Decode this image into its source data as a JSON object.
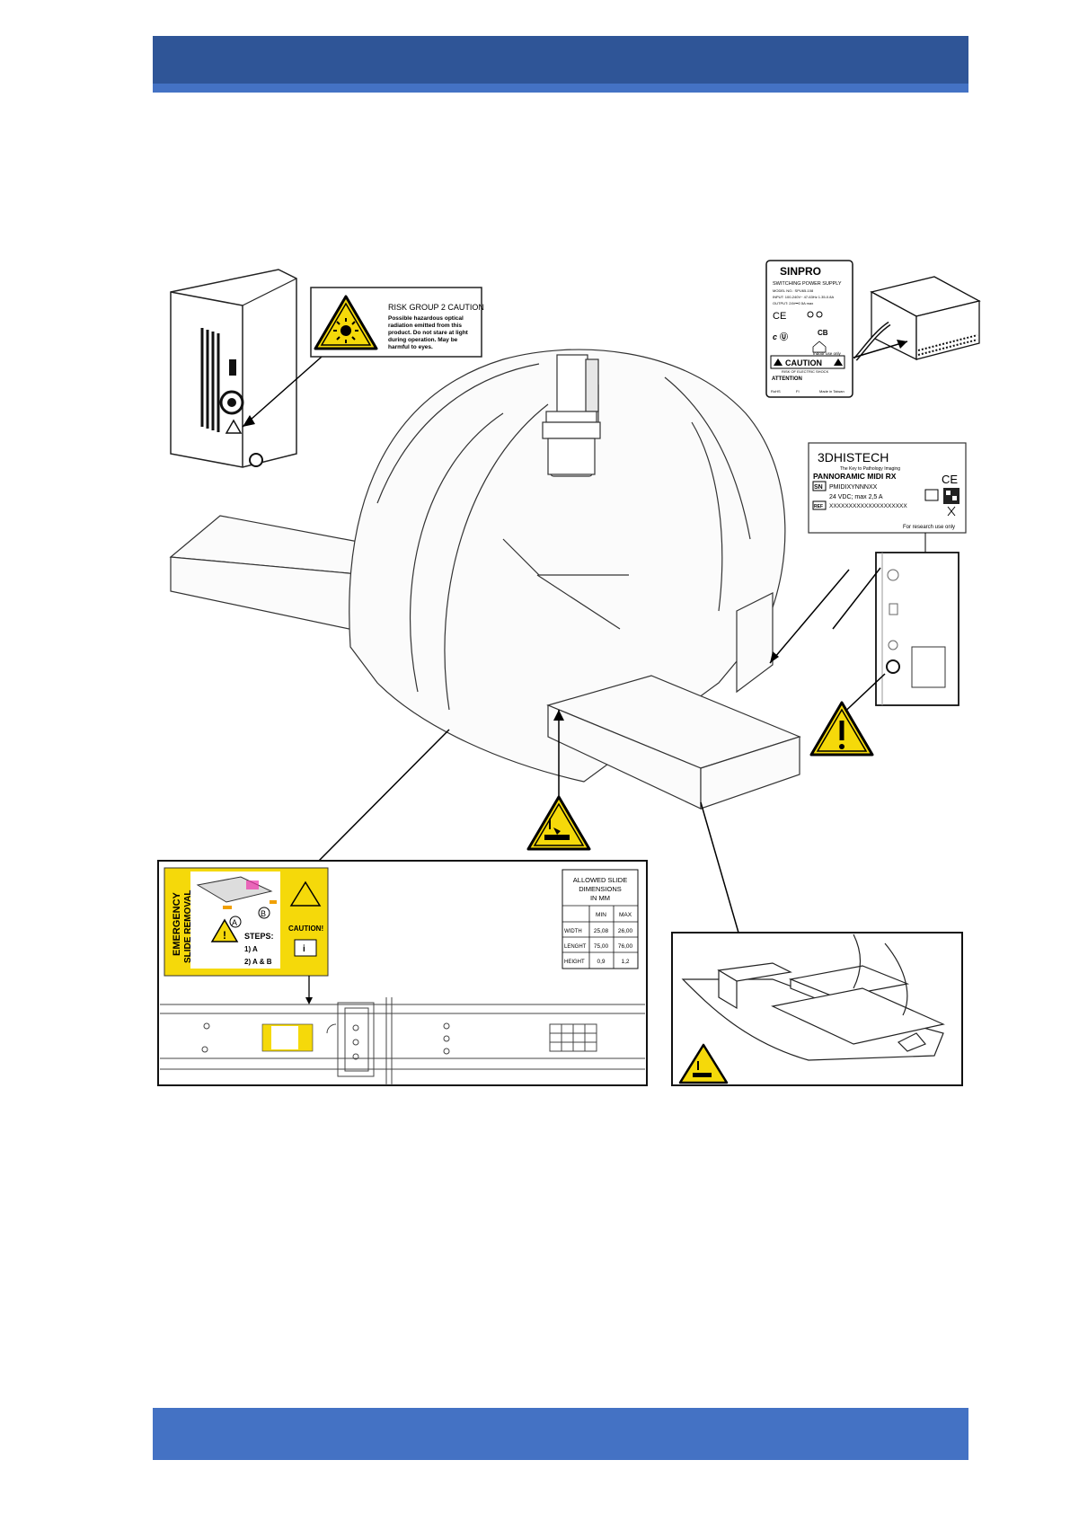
{
  "laser_label": {
    "title": "RISK GROUP 2 CAUTION",
    "lines": [
      "Possible hazardous optical",
      "radiation emitted from this",
      "product. Do not stare at light",
      "during operation. May be",
      "harmful to eyes."
    ]
  },
  "power_label": {
    "brand": "SINPRO",
    "type": "SWITCHING POWER SUPPLY",
    "model": "MODEL NO.: SPU65-108",
    "input": "INPUT: 100-240V~ 47-63Hz 1.35-0.8A",
    "output": "OUTPUT: 24V⎓2.5A max",
    "ce": "CE",
    "cb": "CB",
    "indoor": "Indoor use only",
    "caution": "CAUTION",
    "shock": "RISK OF ELECTRIC SHOCK",
    "attention": "ATTENTION",
    "made": "Made in Taiwan",
    "rohs": "RoHS",
    "fi": "FI"
  },
  "device_label": {
    "brand": "3DHISTECH",
    "tagline": "The Key to Pathology Imaging",
    "product": "PANNORAMIC MIDI RX",
    "sn_box": "SN",
    "sn": "PMIDIXYNNNXX",
    "power": "24 VDC; max 2,5 A",
    "ref_box": "REF",
    "ref": "XXXXXXXXXXXXXXXXXXXX",
    "ce": "CE",
    "ruo": "For research use only"
  },
  "emergency_label": {
    "vertical1": "EMERGENCY",
    "vertical2": "SLIDE REMOVAL",
    "a": "A",
    "b": "B",
    "steps": "STEPS:",
    "step1": "1) A",
    "step2": "2) A & B",
    "caution": "CAUTION!"
  },
  "slide_table": {
    "title_lines": [
      "ALLOWED SLIDE",
      "DIMENSIONS",
      "IN MM"
    ],
    "headers": [
      "",
      "MIN",
      "MAX"
    ],
    "rows": [
      [
        "WIDTH",
        "25,08",
        "26,00"
      ],
      [
        "LENGHT",
        "75,00",
        "76,00"
      ],
      [
        "HEIGHT",
        "0,9",
        "1,2"
      ]
    ]
  },
  "colors": {
    "header": "#2f5597",
    "header_stripe": "#4472c4",
    "footer": "#4472c4",
    "warning_yellow": "#f5d90a"
  },
  "icons": [
    "laser-warning-icon",
    "general-warning-icon",
    "hand-crush-warning-icon",
    "ce-mark-icon",
    "qr-code-icon",
    "manual-info-icon",
    "weee-bin-icon"
  ]
}
